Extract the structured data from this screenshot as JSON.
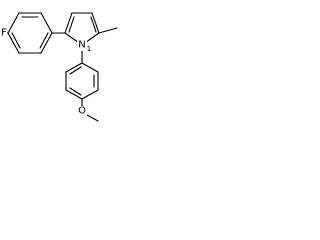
{
  "molecule": {
    "atoms": {
      "fluorine": "F",
      "nitrogen": "N",
      "nitrogen_locant": "1",
      "oxygen": "O"
    }
  }
}
